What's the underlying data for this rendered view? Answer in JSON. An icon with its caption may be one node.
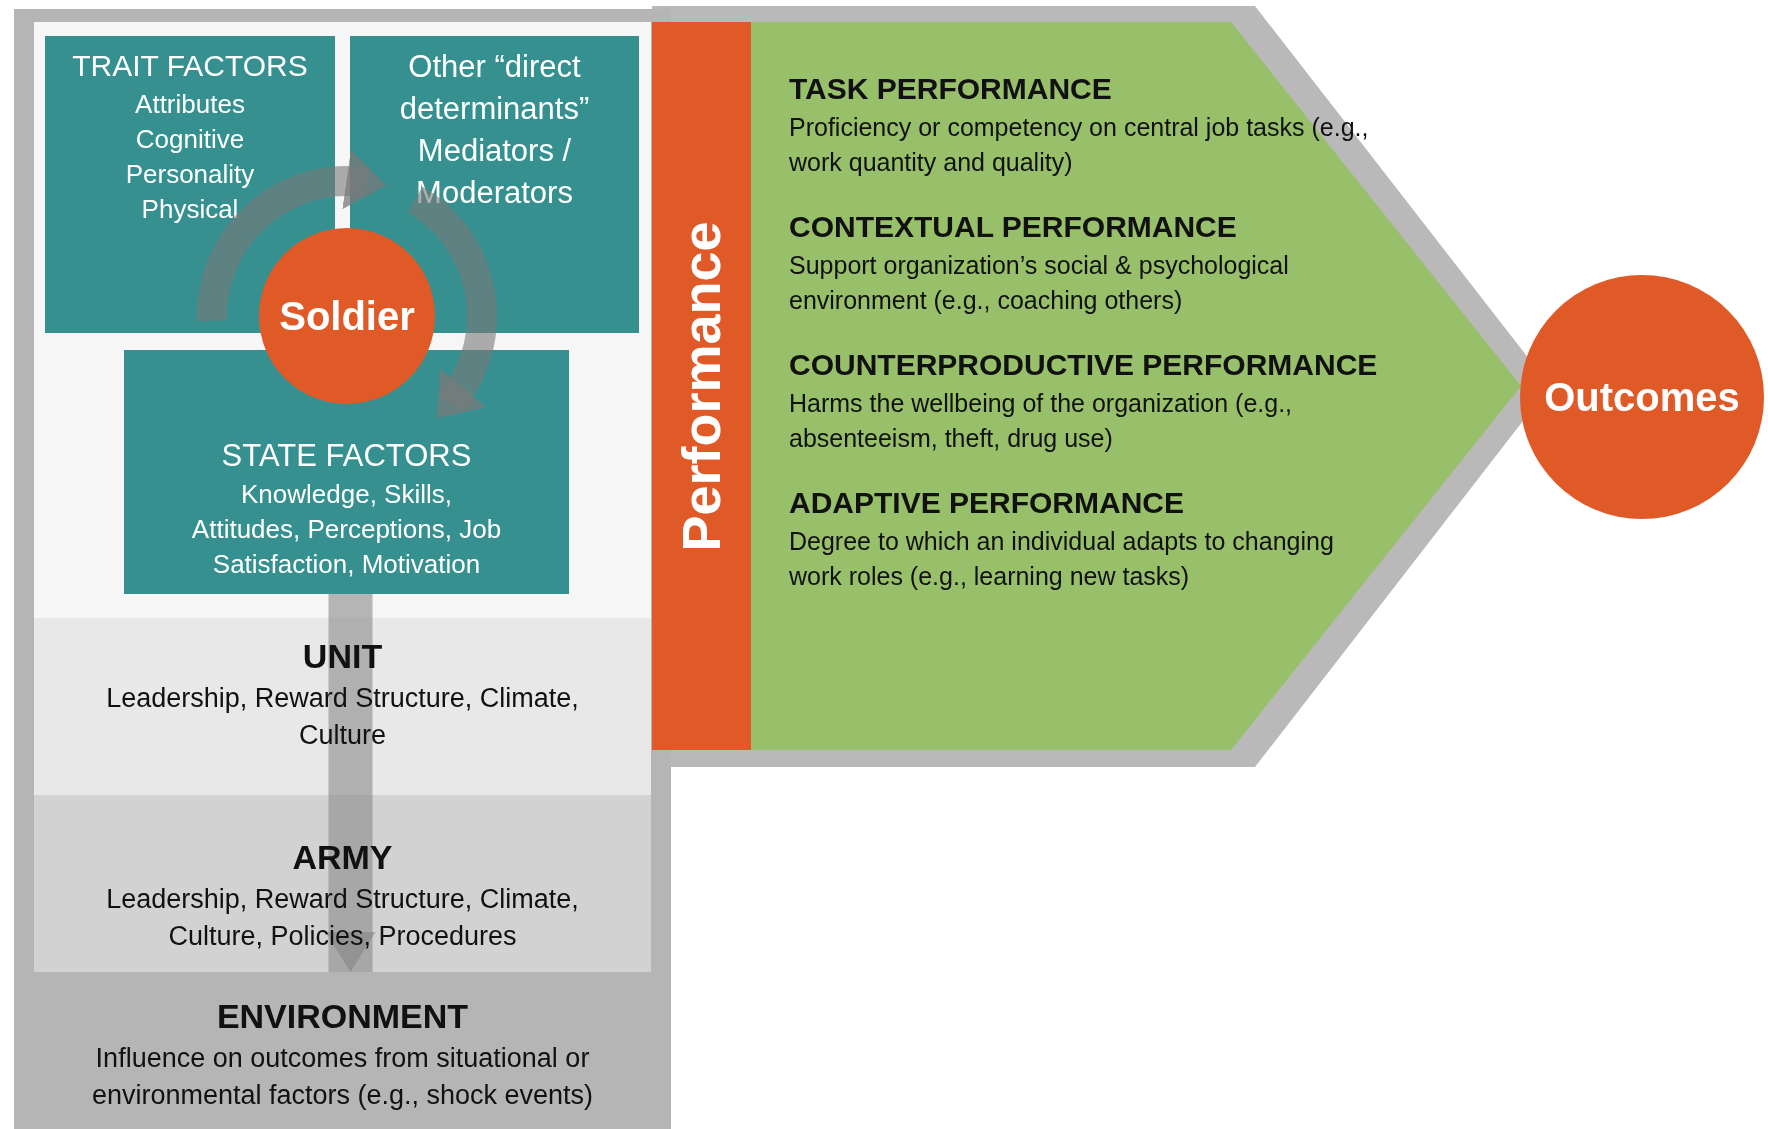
{
  "diagram": {
    "nodes": [
      {
        "text": [
          "ENVIRONMENT",
          "Influence on outcomes from situational or environmental factors (e.g., shock events)"
        ]
      },
      {
        "text": [
          "ARMY",
          "Leadership, Reward Structure, Climate, Culture, Policies, Procedures"
        ],
        "in": 0
      },
      {
        "text": [
          "UNIT",
          "Leadership, Reward Structure, Climate, Culture"
        ],
        "in": 1
      },
      {
        "text": [
          "TRAIT FACTORS",
          "Attributes Cognitive Personality Physical"
        ],
        "in": 2
      },
      {
        "text": [
          "Other “direct determinants”",
          "Mediators / Moderators"
        ],
        "in": 2
      },
      {
        "text": [
          "STATE FACTORS",
          "Knowledge, Skills, Attitudes, Perceptions, Job Satisfaction, Motivation"
        ],
        "in": 2
      },
      {
        "text": [
          "Soldier"
        ],
        "in": 2
      },
      {
        "text": [
          "Performance"
        ]
      },
      {
        "text": [
          "TASK PERFORMANCE",
          "Proficiency or competency on central job tasks (e.g., work quantity and quality)",
          "CONTEXTUAL PERFORMANCE",
          "Support organization’s social & psychological environment (e.g., coaching others)",
          "COUNTERPRODUCTIVE PERFORMANCE",
          "Harms the wellbeing of the organization (e.g., absenteeism, theft, drug use)",
          "ADAPTIVE PERFORMANCE",
          "Degree to which an individual adapts to changing work roles (e.g., learning new tasks)"
        ]
      },
      {
        "text": [
          "Outcomes"
        ]
      }
    ],
    "edges": [
      {
        "from": 5,
        "to": 0,
        "arrow": "to"
      },
      {
        "from": 3,
        "to": 4,
        "arrow": "to"
      },
      {
        "from": 4,
        "to": 5,
        "arrow": "to"
      }
    ]
  }
}
